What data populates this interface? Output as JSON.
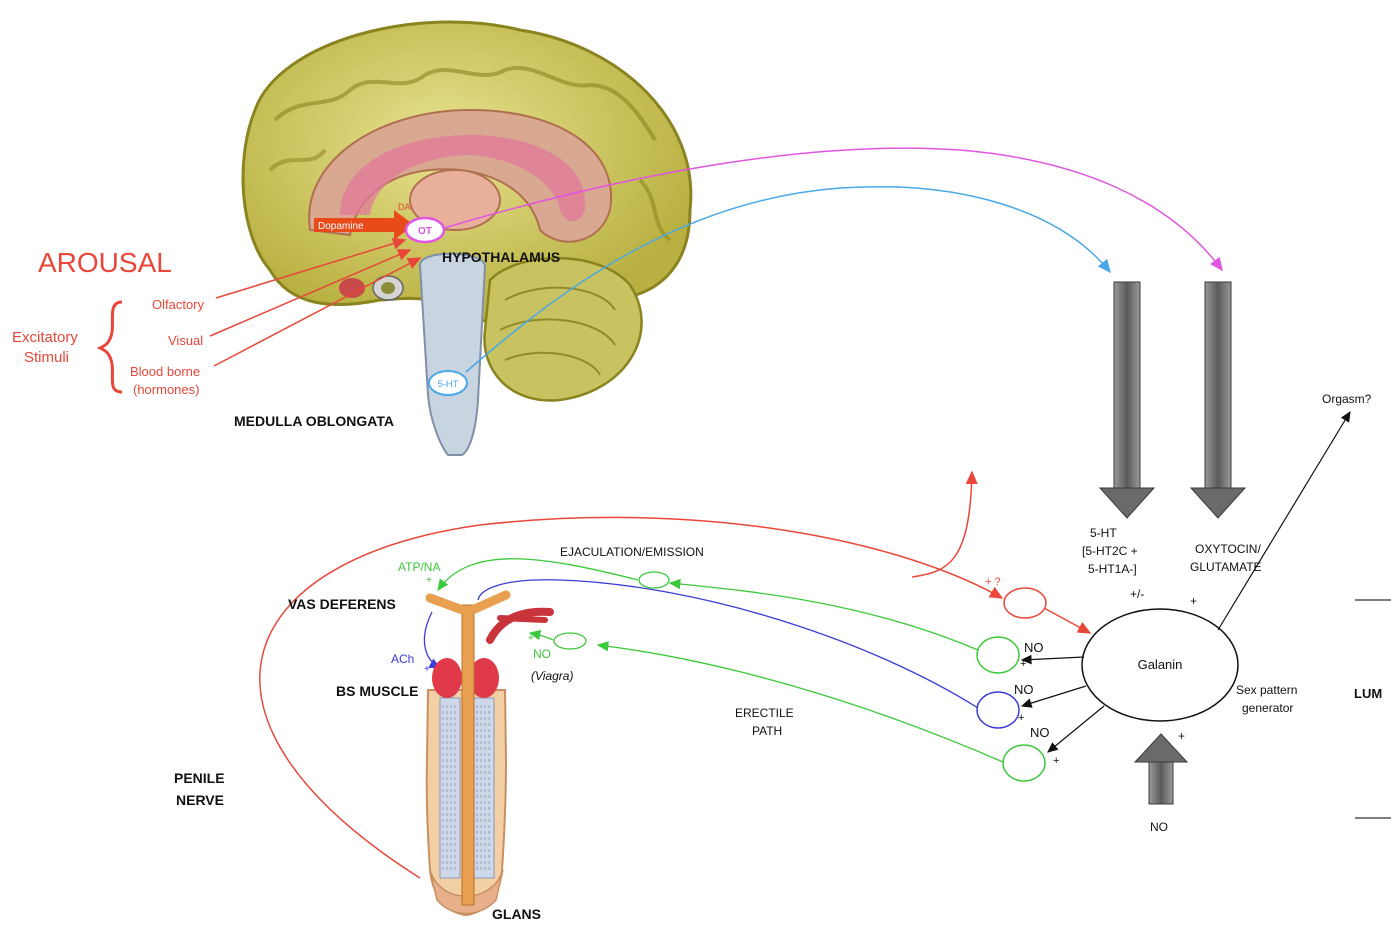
{
  "brain_labels": {
    "hypothalamus": "HYPOTHALAMUS",
    "medulla": "MEDULLA OBLONGATA",
    "ot_node": "OT",
    "ht_node": "5-HT",
    "da_label": "DA",
    "dopamine_label": "Dopamine"
  },
  "arousal": {
    "title": "AROUSAL",
    "excitatory_line1": "Excitatory",
    "excitatory_line2": "Stimuli",
    "olfactory": "Olfactory",
    "visual": "Visual",
    "blood_borne_line1": "Blood borne",
    "blood_borne_line2": "(hormones)"
  },
  "descending": {
    "ht_line1": "5-HT",
    "ht_line2": "[5-HT2C +",
    "ht_line3": "5-HT1A-]",
    "ht_sign": "+/-",
    "oxy_line1": "OXYTOCIN/",
    "oxy_line2": "GLUTAMATE",
    "oxy_sign": "+"
  },
  "spinal": {
    "galanin": "Galanin",
    "sex_pattern_line1": "Sex pattern",
    "sex_pattern_line2": "generator",
    "orgasm": "Orgasm?",
    "no_bottom": "NO",
    "no_bottom_sign": "+",
    "lumbar_cut": "LUM",
    "no1": "NO",
    "no2": "NO",
    "no3": "NO",
    "plus_q": "+ ?",
    "plus": "+"
  },
  "peripheral": {
    "ejaculation": "EJACULATION/EMISSION",
    "erectile_line1": "ERECTILE",
    "erectile_line2": "PATH",
    "atp": "ATP/NA",
    "ach": "ACh",
    "no_green": "NO",
    "viagra": "(Viagra)",
    "vas_deferens": "VAS DEFERENS",
    "bs_muscle": "BS MUSCLE",
    "penile_line1": "PENILE",
    "penile_line2": "NERVE",
    "glans": "GLANS"
  },
  "colors": {
    "red": "#e8473a",
    "green": "#3cc83c",
    "blue": "#3b3bd6",
    "pink": "#e056e0",
    "lightblue": "#4aa8e8",
    "gray_arrow": "#6e6e6e"
  }
}
